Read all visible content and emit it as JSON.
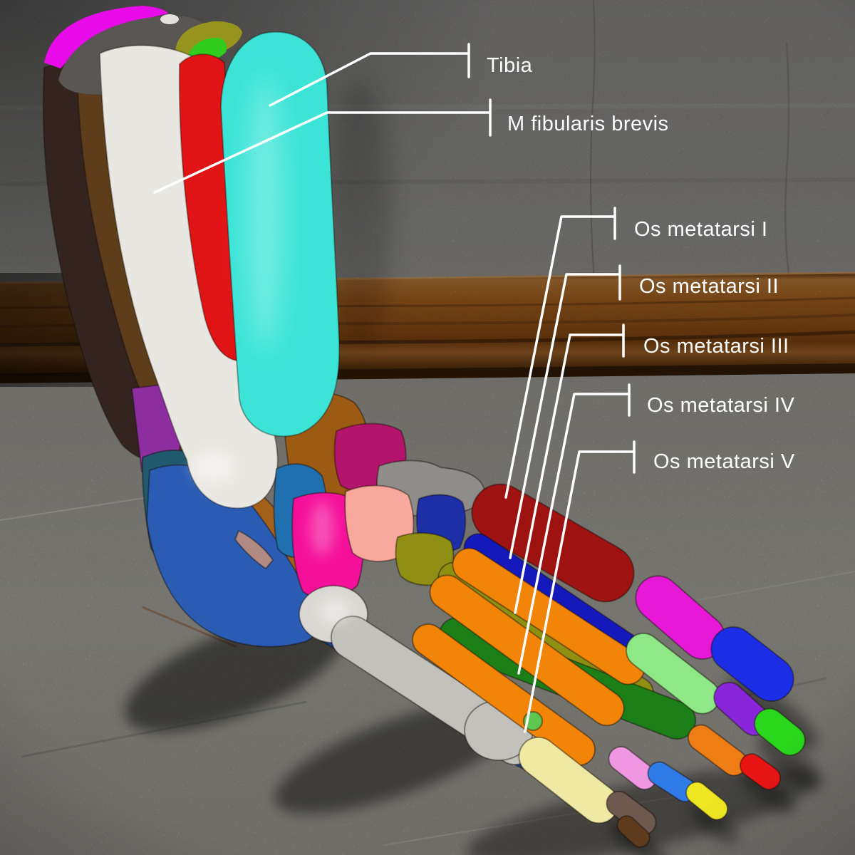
{
  "annotations": {
    "tibia": "Tibia",
    "fibularis_brevis": "M fibularis brevis",
    "metatarsi_1": "Os metatarsi I",
    "metatarsi_2": "Os metatarsi II",
    "metatarsi_3": "Os metatarsi III",
    "metatarsi_4": "Os metatarsi IV",
    "metatarsi_5": "Os metatarsi V",
    "line_color": "#ffffff",
    "text_color": "#ffffff"
  },
  "palette": {
    "wall_gray": "#96948f",
    "floor_gray": "#a5a29b",
    "wood_brown": "#9c5a1e",
    "magenta_cap": "#e80ae8",
    "gray_cap": "#5a5654",
    "white_sliver": "#e3e1dc",
    "olive_cap": "#96941c",
    "green_cap": "#30cc1e",
    "espresso_muscle": "#33241f",
    "brown_muscle": "#5e3d1a",
    "tibia_white": "#e9e7e1",
    "red_muscle": "#e01414",
    "cyan_muscle": "#3be4d6",
    "purple_wedge": "#8c2da0",
    "teal_bone": "#20586e",
    "calcaneus_blue": "#2a5cb4",
    "plantar_blue": "#1c4290",
    "talus_brown": "#9c5a12",
    "tendon_brown": "#a26018",
    "medblue_bone": "#2070b0",
    "rosy_sliver": "#b28a84",
    "violetred_bone": "#b4156c",
    "graycube_bone": "#8f8d89",
    "deeppink_bone": "#f5109a",
    "salmon_bone": "#f9a89c",
    "navy_cuneiform": "#1c2fa6",
    "olive_base": "#8f8f14",
    "met1_red": "#9e1212",
    "met2_blue": "#1518ba",
    "met3_olive": "#8f9012",
    "met4_green": "#1c7e16",
    "met5_silver": "#c3c1bb",
    "met5_head_white": "#d9d7d1",
    "tendon_orange": "#f28408",
    "toe1_prox_magenta": "#e818d8",
    "toe1_dist_blue": "#1c2de6",
    "toe2_prox_palegreen": "#8fe886",
    "toe2_mid_purple": "#8a26da",
    "toe2_dist_green": "#2bd71c",
    "toe3_mid_orange": "#ef7d15",
    "toe3_dist_red": "#e81414",
    "toe4_prox_orchid": "#ef97e0",
    "toe4_mid_dodger": "#2f7ce9",
    "toe4_dist_yellow": "#efe723",
    "toe5_prox_paleyellow": "#efe9a4",
    "toe5_mid_taupe": "#6e594f",
    "toe5_dist_brown": "#5e3b1d",
    "green_bit": "#5ec653"
  }
}
